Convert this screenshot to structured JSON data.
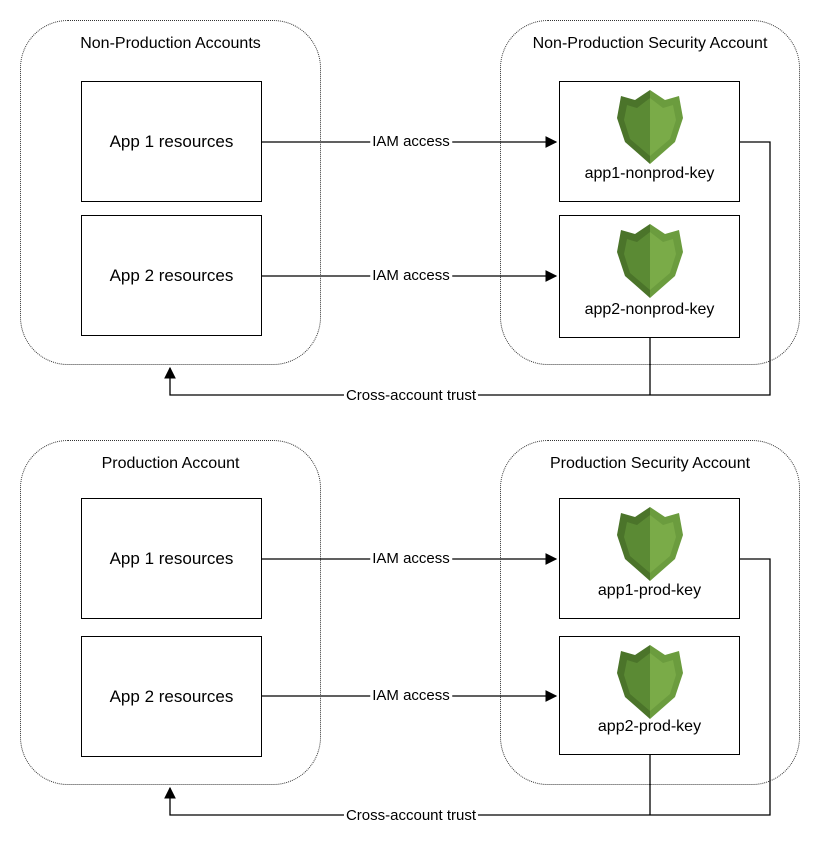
{
  "top": {
    "left_group_title": "Non-Production Accounts",
    "right_group_title": "Non-Production Security Account",
    "app1_label": "App 1 resources",
    "app2_label": "App 2 resources",
    "key1_label": "app1-nonprod-key",
    "key2_label": "app2-nonprod-key",
    "edge1_label": "IAM access",
    "edge2_label": "IAM access",
    "trust_label": "Cross-account trust"
  },
  "bottom": {
    "left_group_title": "Production Account",
    "right_group_title": "Production Security Account",
    "app1_label": "App 1 resources",
    "app2_label": "App 2 resources",
    "key1_label": "app1-prod-key",
    "key2_label": "app2-prod-key",
    "edge1_label": "IAM access",
    "edge2_label": "IAM access",
    "trust_label": "Cross-account trust"
  },
  "colors": {
    "kms_light": "#6b9c3e",
    "kms_dark": "#4b742a",
    "kms_mid": "#5b8a34"
  },
  "icons": {
    "key_icon": "kms-shield-icon"
  }
}
